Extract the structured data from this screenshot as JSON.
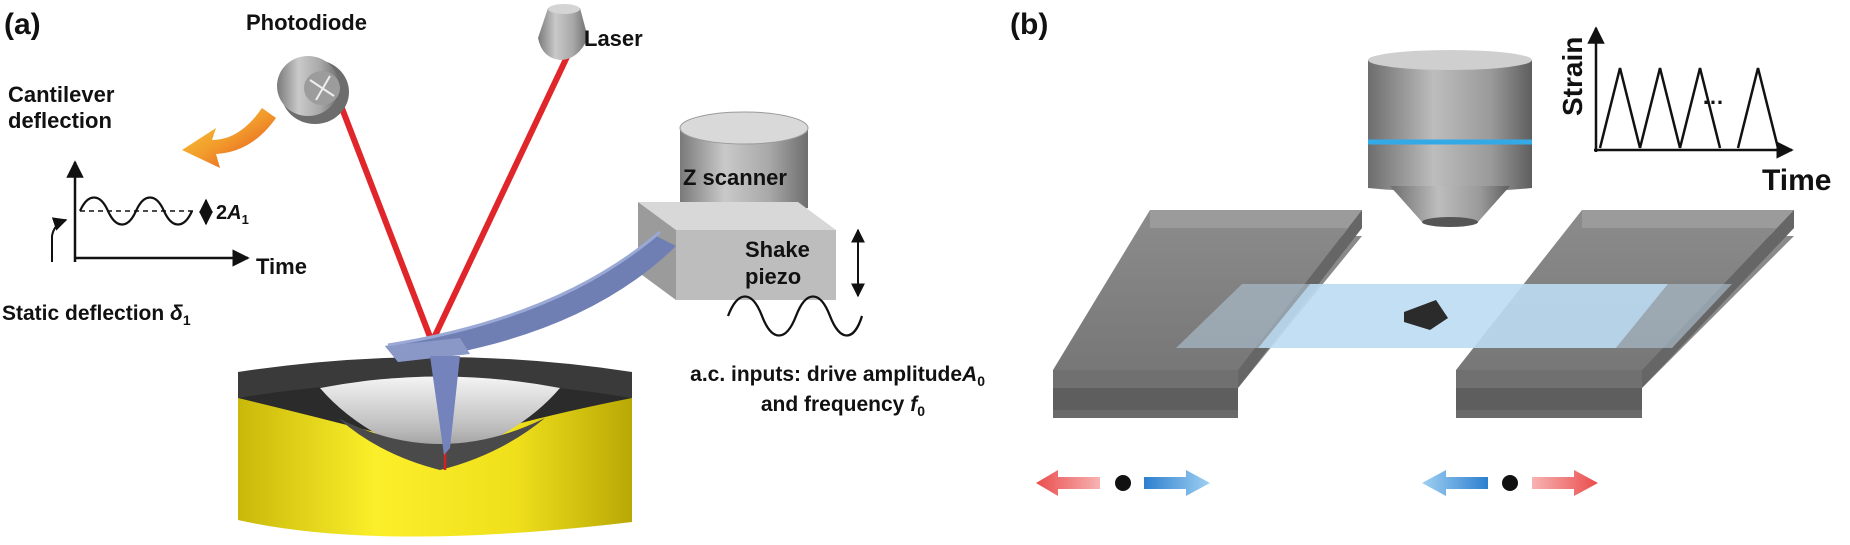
{
  "panel_a": {
    "label": "(a)",
    "photodiode": "Photodiode",
    "laser": "Laser",
    "cantilever_line1": "Cantilever",
    "cantilever_line2": "deflection",
    "amplitude_main": "2",
    "amplitude_var": "A",
    "amplitude_sub": "1",
    "time_axis": "Time",
    "static_text": "Static deflection ",
    "static_var": "δ",
    "static_sub": "1",
    "z_scanner": "Z scanner",
    "shake_line1": "Shake",
    "shake_line2": "piezo",
    "ac_line1": "a.c. inputs: drive amplitude",
    "ac_line1_var": "A",
    "ac_line1_sub": "0",
    "ac_line2": "and frequency ",
    "ac_line2_var": "f",
    "ac_line2_sub": "0"
  },
  "panel_b": {
    "label": "(b)",
    "strain_axis": "Strain",
    "time_axis": "Time",
    "ellipsis": "…",
    "strain_peaks": [
      1,
      1,
      1,
      1
    ]
  },
  "colors": {
    "laser": "#e0262b",
    "cantilever": "#6f7fb4",
    "substrate": "#f3e51f",
    "objective_ring": "#33a9e6",
    "membrane": "#bcdcf2",
    "arrow_red": "#ef5b5b",
    "arrow_blue": "#3d8ed6"
  }
}
